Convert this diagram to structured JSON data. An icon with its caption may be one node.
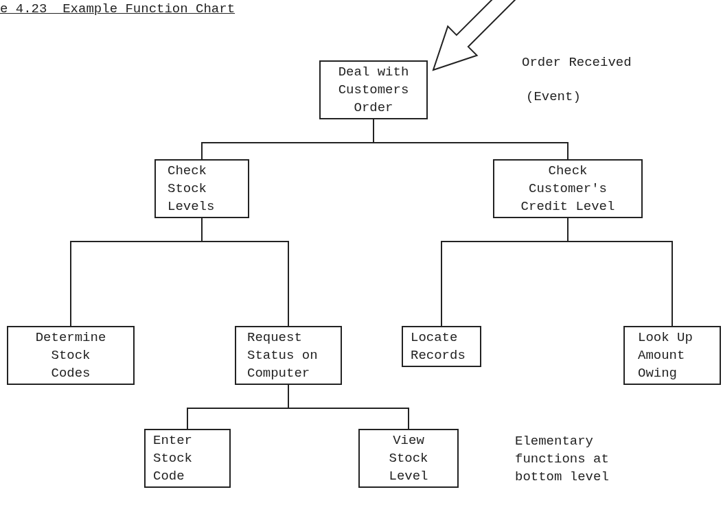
{
  "diagram": {
    "title": "e 4.23  Example Function Chart",
    "nodes": [
      {
        "text": [
          "Deal with Customers Order"
        ]
      },
      {
        "text": [
          "Check Stock Levels"
        ]
      },
      {
        "text": [
          "Check Customer's Credit Level"
        ]
      },
      {
        "text": [
          "Determine Stock Codes"
        ]
      },
      {
        "text": [
          "Request Status on Computer"
        ]
      },
      {
        "text": [
          "Locate Records"
        ]
      },
      {
        "text": [
          "Look Up Amount Owing"
        ]
      },
      {
        "text": [
          "Enter Stock Code"
        ]
      },
      {
        "text": [
          "View Stock Level"
        ]
      }
    ],
    "edges": [
      {
        "from": null,
        "to": 0,
        "arrow": "to"
      },
      {
        "from": 0,
        "to": 1,
        "arrow": "none"
      },
      {
        "from": 0,
        "to": 2,
        "arrow": "none"
      },
      {
        "from": 1,
        "to": 3,
        "arrow": "none"
      },
      {
        "from": 1,
        "to": 4,
        "arrow": "none"
      },
      {
        "from": 2,
        "to": 5,
        "arrow": "none"
      },
      {
        "from": 2,
        "to": 6,
        "arrow": "none"
      },
      {
        "from": 4,
        "to": 7,
        "arrow": "none"
      },
      {
        "from": 4,
        "to": 8,
        "arrow": "none"
      }
    ],
    "labels": [
      "Order Received",
      "(Event)",
      "Elementary functions at bottom level"
    ]
  }
}
